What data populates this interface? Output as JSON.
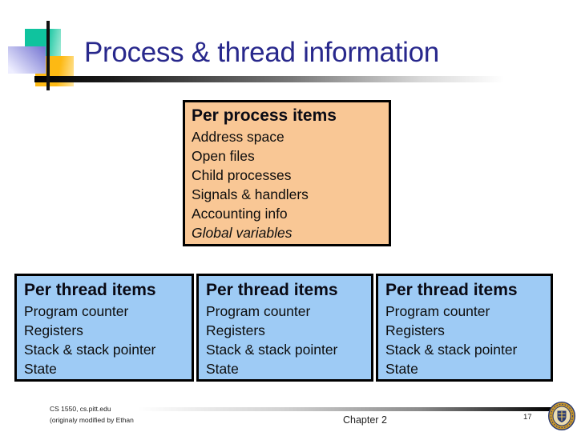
{
  "slide": {
    "title": "Process & thread information",
    "title_color": "#28288c",
    "background": "#ffffff"
  },
  "decoration": {
    "teal_square_color": "#0fc39e",
    "blue_square_color": "#7b7bd4",
    "orange_square_color": "#fdb913",
    "line_color": "#101010",
    "top_bar_gradient": [
      "#000000",
      "#ffffff"
    ],
    "bottom_bar_gradient": [
      "#ffffff",
      "#000000"
    ]
  },
  "process_box": {
    "title": "Per process items",
    "bg_color": "#f9c795",
    "border_color": "#000000",
    "items": [
      "Address space",
      "Open files",
      "Child processes",
      "Signals & handlers",
      "Accounting info",
      "Global variables"
    ]
  },
  "thread_box_style": {
    "bg_color": "#9ecbf5",
    "border_color": "#000000"
  },
  "thread_boxes": [
    {
      "title": "Per thread items",
      "items": [
        "Program counter",
        "Registers",
        "Stack & stack pointer",
        "State"
      ]
    },
    {
      "title": "Per thread items",
      "items": [
        "Program counter",
        "Registers",
        "Stack & stack pointer",
        "State"
      ]
    },
    {
      "title": "Per thread items",
      "items": [
        "Program counter",
        "Registers",
        "Stack & stack pointer",
        "State"
      ]
    }
  ],
  "footer": {
    "course": "CS 1550, cs.pitt.edu",
    "credit": "(originaly modified by Ethan",
    "chapter": "Chapter 2",
    "page_number": "17",
    "logo": "pitt-seal"
  }
}
